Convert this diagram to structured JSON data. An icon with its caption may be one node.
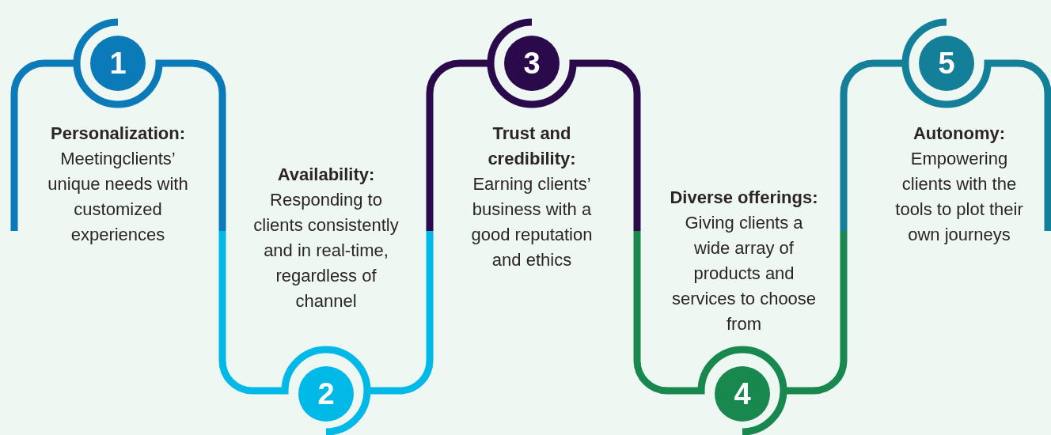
{
  "diagram": {
    "nodes": [
      {
        "text": [
          "1",
          "Personalization:",
          "Meetingclients’ unique needs with customized experiences"
        ]
      },
      {
        "text": [
          "Availability:",
          "Responding to clients consistently and in real-time, regardless of channel",
          "2"
        ]
      },
      {
        "text": [
          "3",
          "Trust and credibility:",
          "Earning clients’ business with a good reputation and ethics"
        ]
      },
      {
        "text": [
          "Diverse offerings:",
          "Giving clients a wide array of products and services to choose from",
          "4"
        ]
      },
      {
        "text": [
          "5",
          "Autonomy:",
          "Empowering clients with the tools to plot their own journeys"
        ]
      }
    ]
  }
}
